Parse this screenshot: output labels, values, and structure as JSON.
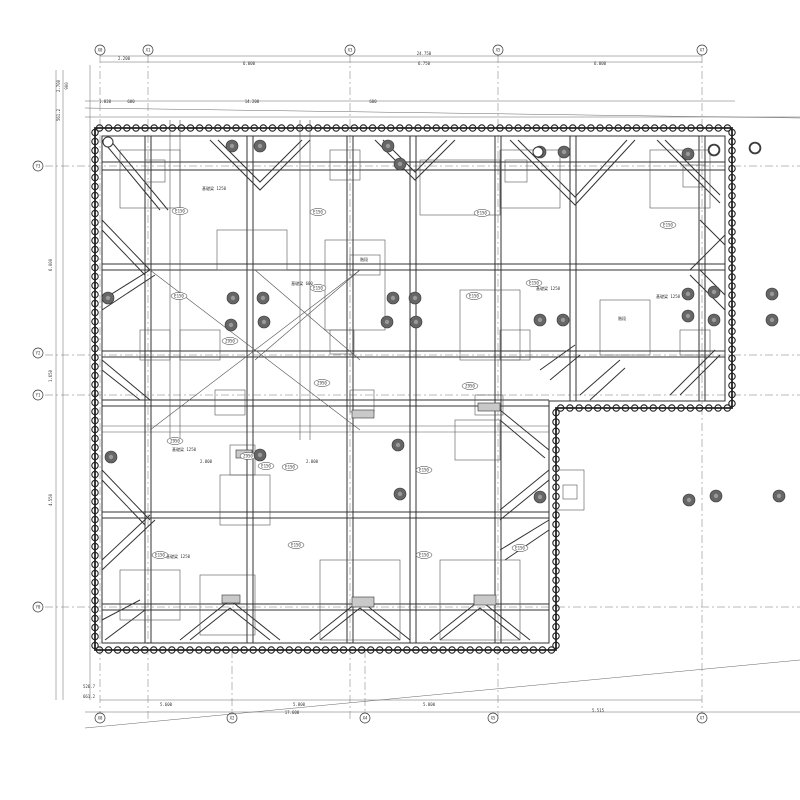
{
  "grid": {
    "cols": [
      {
        "id": "X0",
        "label": "X0"
      },
      {
        "id": "X1",
        "label": "X1"
      },
      {
        "id": "X3",
        "label": "X3"
      },
      {
        "id": "X5",
        "label": "X5"
      },
      {
        "id": "X7",
        "label": "X7"
      }
    ],
    "cols_bottom": [
      {
        "id": "X0b",
        "label": "X0"
      },
      {
        "id": "X2",
        "label": "X2"
      },
      {
        "id": "X4",
        "label": "X4"
      },
      {
        "id": "X5b",
        "label": "X5"
      },
      {
        "id": "X7b",
        "label": "X7"
      }
    ],
    "rows": [
      {
        "id": "Y3",
        "label": "Y3"
      },
      {
        "id": "Y2",
        "label": "Y2"
      },
      {
        "id": "Y1",
        "label": "Y1"
      },
      {
        "id": "Y0",
        "label": "Y0"
      }
    ]
  },
  "dimensions": {
    "top_total": "24.750",
    "top_a": "2.200",
    "top_b": "6.000",
    "top_c": "6.750",
    "top_d": "6.000",
    "top_e": "14.200",
    "top_f": "1.820",
    "top_g": "600",
    "top_h": "600",
    "left_a": "6.000",
    "left_b": "1.650",
    "left_c": "4.550",
    "left_d": "2.700",
    "left_e": "900",
    "left_f": "561.2",
    "bottom_total": "17.600",
    "bottom_a": "5.600",
    "bottom_b": "5.800",
    "bottom_c": "5.800",
    "bottom_d": "5.515",
    "bottom_e": "661.2",
    "bottom_f": "526.7"
  },
  "labels": {
    "shaft_top": "階段",
    "shaft_right": "階段",
    "note_a": "基礎梁 1250",
    "note_b": "基礎梁 1250",
    "note_c": "基礎梁 600",
    "note_d": "基礎梁 1250",
    "note_e": "基礎梁 1250",
    "note_f": "基礎梁 1250",
    "dim_2000a": "2.000",
    "dim_2000b": "2.000"
  },
  "tags": [
    "E150",
    "E150",
    "E150",
    "E150",
    "E150",
    "E150",
    "E150",
    "E150",
    "Z950",
    "Z950",
    "Z950",
    "Z950",
    "E150",
    "E150",
    "Z950",
    "E150",
    "E150",
    "E150",
    "E150",
    "E150"
  ]
}
